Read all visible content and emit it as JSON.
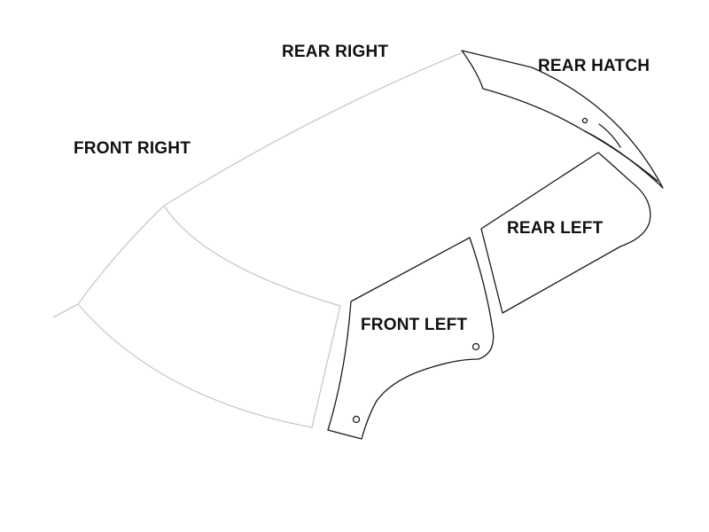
{
  "labels": {
    "rear_right": "REAR RIGHT",
    "rear_hatch": "REAR HATCH",
    "front_right": "FRONT RIGHT",
    "rear_left": "REAR LEFT",
    "front_left": "FRONT LEFT"
  },
  "colors": {
    "faint_outline": "#c8c8c8",
    "dark_outline": "#1a1a1a",
    "label_text": "#111111",
    "background": "#ffffff"
  }
}
